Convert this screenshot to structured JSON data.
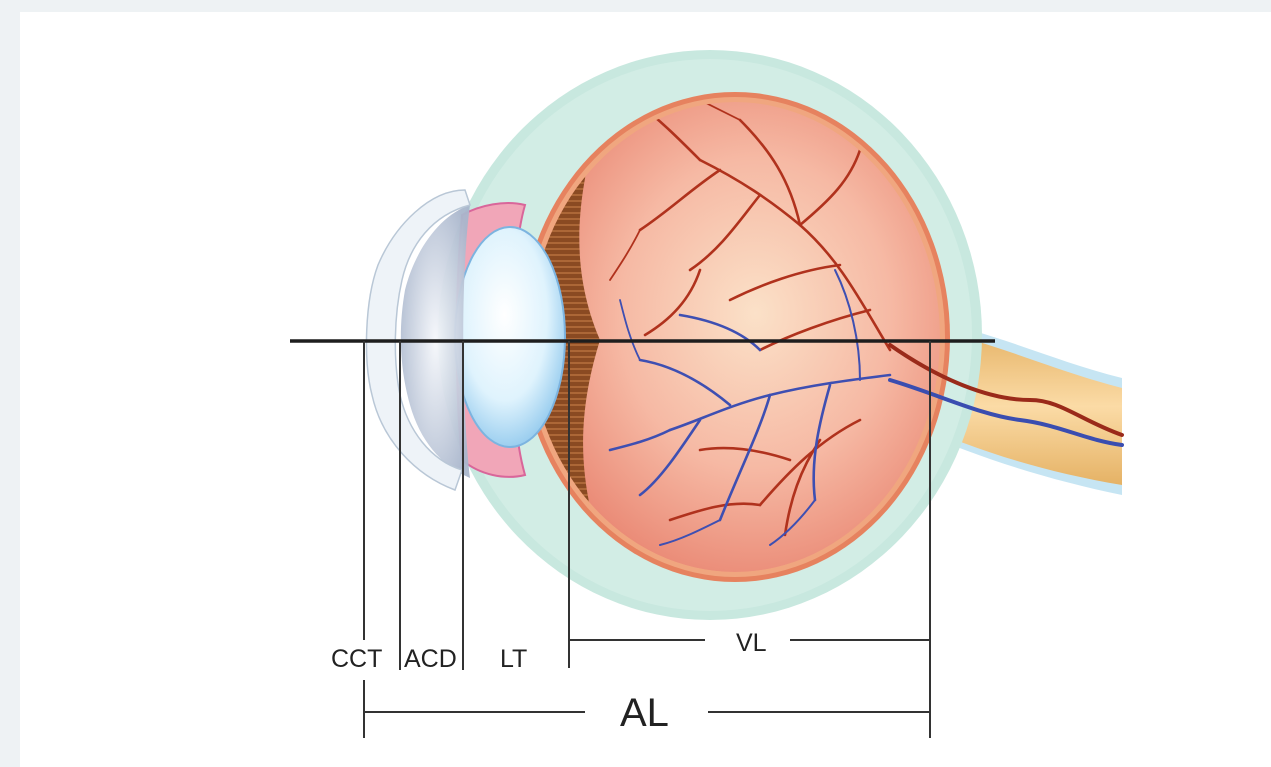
{
  "labels": {
    "cct": "CCT",
    "acd": "ACD",
    "lt": "LT",
    "vl": "VL",
    "al": "AL"
  },
  "colors": {
    "sclera": "#bfe4da",
    "choroid": "#e98a7a",
    "retina_inner": "#f6b7a3",
    "ciliary_body": "#7a4220",
    "lens": "#bfe5fa",
    "cornea": "#dde7f2",
    "artery": "#b4301c",
    "vein": "#3a4db0",
    "optic_nerve": "#f3c98a",
    "measure_line": "#222222"
  }
}
